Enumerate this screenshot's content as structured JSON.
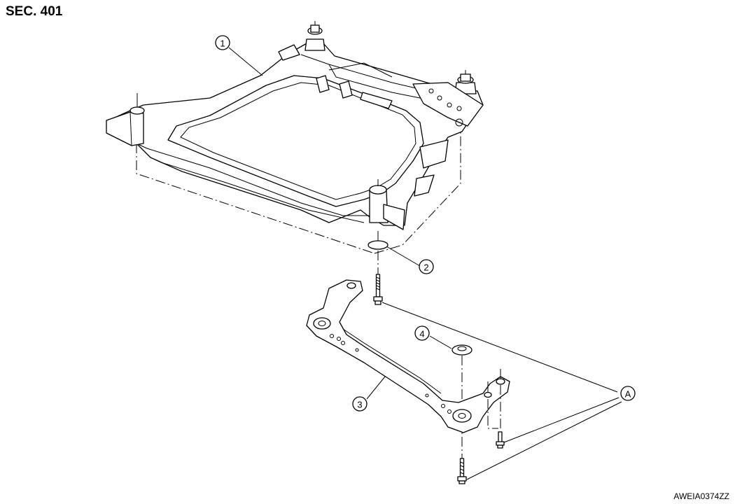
{
  "header": {
    "section": "SEC. 401"
  },
  "footer": {
    "figure_code": "AWEIA0374ZZ"
  },
  "callouts": {
    "c1": "1",
    "c2": "2",
    "c3": "3",
    "c4": "4",
    "cA": "A"
  }
}
